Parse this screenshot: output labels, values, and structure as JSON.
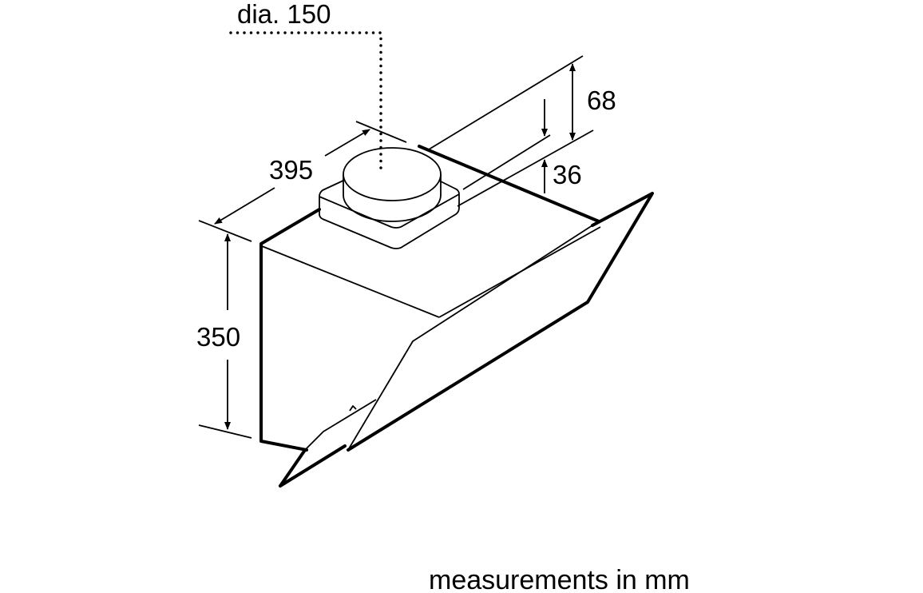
{
  "diagram": {
    "labels": {
      "diameter": "dia. 150",
      "depth": "395",
      "height": "350",
      "offset_top": "68",
      "offset_bottom": "36"
    },
    "footer": "measurements in mm",
    "colors": {
      "line": "#000000",
      "background": "#ffffff"
    }
  }
}
